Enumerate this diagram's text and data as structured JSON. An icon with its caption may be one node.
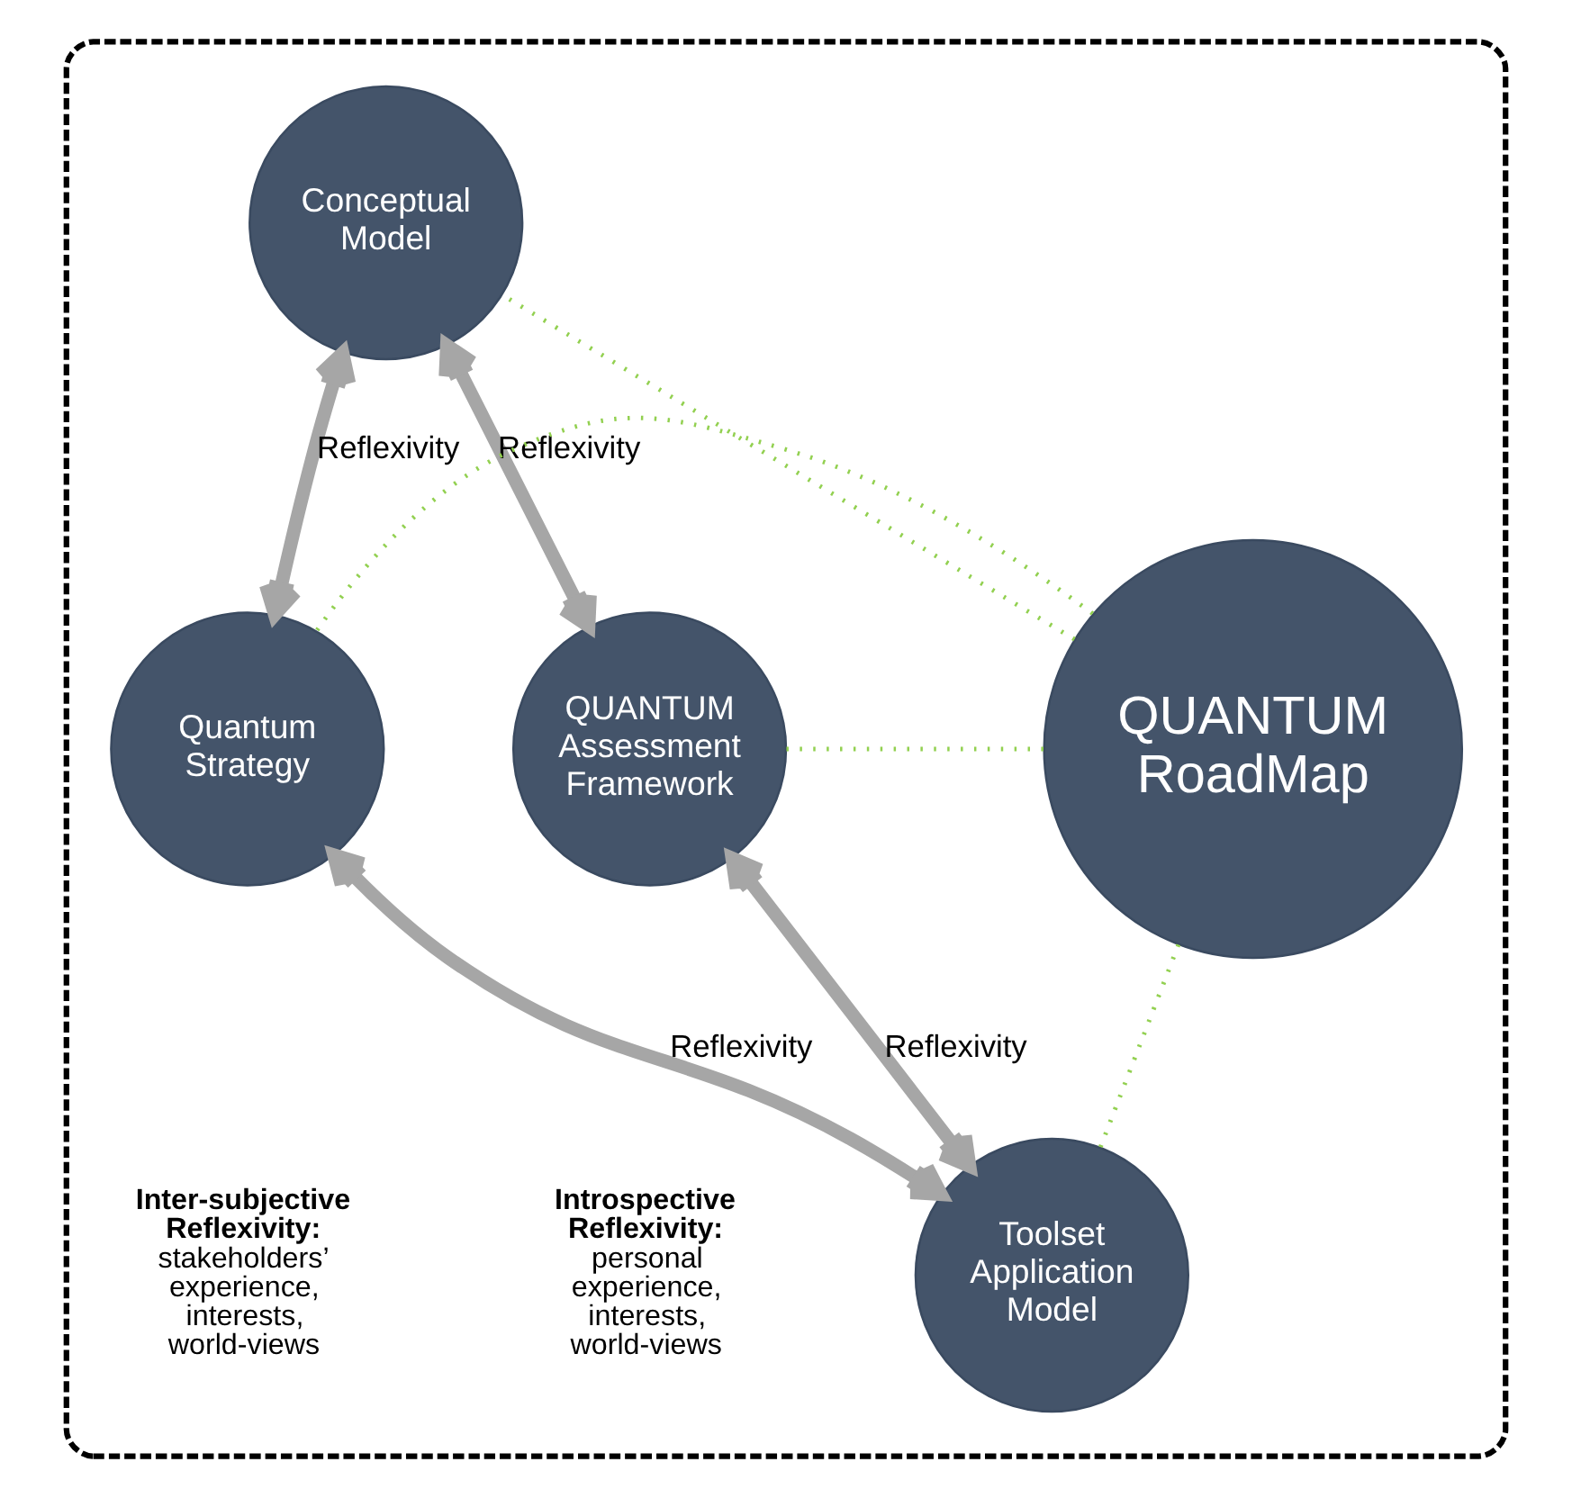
{
  "diagram": {
    "nodes": [
      {
        "text": [],
        "shape": "box"
      },
      {
        "text": [
          "Conceptual Model"
        ],
        "in": 0
      },
      {
        "text": [
          "Quantum Strategy"
        ],
        "in": 0
      },
      {
        "text": [
          "QUANTUM RoadMap"
        ],
        "in": 0
      },
      {
        "text": [
          "QUANTUM Assessment Framework"
        ],
        "in": 0
      },
      {
        "text": [
          "Toolset Application Model"
        ],
        "in": 0
      }
    ],
    "edges": [
      {
        "from": 1,
        "to": 2,
        "arrow": "both",
        "label": "Reflexivity",
        "style": "thick",
        "color": "#a6a6a6"
      },
      {
        "from": 1,
        "to": 4,
        "arrow": "both",
        "label": "Reflexivity",
        "style": "thick",
        "color": "#a6a6a6"
      },
      {
        "from": 2,
        "to": 5,
        "arrow": "both",
        "label": "Reflexivity",
        "style": "thick",
        "color": "#a6a6a6"
      },
      {
        "from": 4,
        "to": 5,
        "arrow": "both",
        "label": "Reflexivity",
        "style": "thick",
        "color": "#a6a6a6"
      },
      {
        "from": 3,
        "to": 1,
        "arrow": "none",
        "style": "dashed",
        "color": "#92d050"
      },
      {
        "from": 3,
        "to": 2,
        "arrow": "none",
        "style": "dashed",
        "color": "#92d050"
      },
      {
        "from": 3,
        "to": 4,
        "arrow": "none",
        "style": "dashed",
        "color": "#92d050"
      },
      {
        "from": 3,
        "to": 5,
        "arrow": "none",
        "style": "dashed",
        "color": "#92d050"
      }
    ],
    "labels": [
      "Introspective Reflexivity:",
      "personal experience, interests, world-views",
      "Inter-subjective Reflexivity:",
      "stakeholders’ experience, interests, world-views"
    ]
  }
}
